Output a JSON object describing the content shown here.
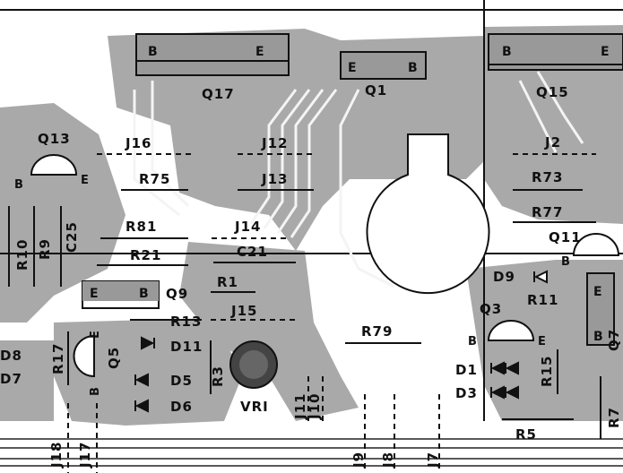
{
  "labels": {
    "q17": "Q17",
    "q1": "Q1",
    "q15": "Q15",
    "q13": "Q13",
    "q11": "Q11",
    "q9": "Q9",
    "q5": "Q5",
    "q3": "Q3",
    "j16": "J16",
    "j12": "J12",
    "j13": "J13",
    "j14": "J14",
    "j15": "J15",
    "j2": "J2",
    "j18": "J18",
    "j17": "J17",
    "j11": "J11",
    "j10": "J10",
    "j9": "J9",
    "j8": "J8",
    "j7": "J7",
    "r75": "R75",
    "r81": "R81",
    "r21": "R21",
    "r1": "R1",
    "r13": "R13",
    "r79": "R79",
    "r73": "R73",
    "r77": "R77",
    "r11": "R11",
    "r5": "R5",
    "r10": "R10",
    "r9": "R9",
    "r17": "R17",
    "r3": "R3",
    "r15": "R15",
    "r7": "R7",
    "c21": "C21",
    "c25": "C25",
    "d8": "D8",
    "d7": "D7",
    "d11": "D11",
    "d5": "D5",
    "d6": "D6",
    "d9": "D9",
    "d1": "D1",
    "d3": "D3",
    "vr1": "VRI",
    "pin_b": "B",
    "pin_e": "E",
    "q7_partial": "Q7"
  }
}
